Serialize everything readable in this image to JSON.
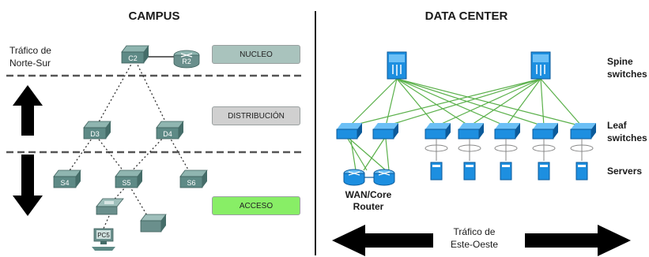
{
  "campus": {
    "title": "CAMPUS",
    "traffic_label_line1": "Tráfico de",
    "traffic_label_line2": "Norte-Sur",
    "layers": {
      "core": "NUCLEO",
      "distribution": "DISTRIBUCIÓN",
      "access": "ACCESO"
    },
    "devices": {
      "c2": "C2",
      "r2": "R2",
      "d3": "D3",
      "d4": "D4",
      "s4": "S4",
      "s5": "S5",
      "s6": "S6",
      "pc5": "PC5"
    },
    "colors": {
      "core_box": "#a9c3bd",
      "distribution_box": "#d0d0d0",
      "access_box": "#88ee66",
      "switch": "#5e8a86",
      "router": "#6a8f8c"
    }
  },
  "datacenter": {
    "title": "DATA CENTER",
    "spine_label_line1": "Spine",
    "spine_label_line2": "switches",
    "leaf_label_line1": "Leaf",
    "leaf_label_line2": "switches",
    "servers_label": "Servers",
    "router_label_line1": "WAN/Core",
    "router_label_line2": "Router",
    "traffic_label_line1": "Tráfico de",
    "traffic_label_line2": "Este-Oeste",
    "colors": {
      "device": "#1d8fe0",
      "links": "#5ab04a"
    }
  }
}
